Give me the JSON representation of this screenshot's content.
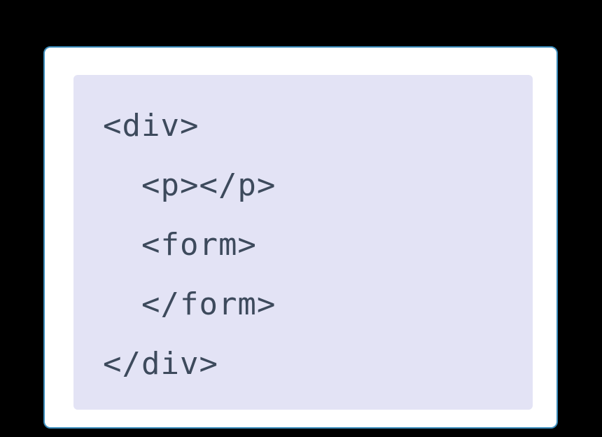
{
  "code_block": {
    "language": "html",
    "lines": [
      "<div>",
      "  <p></p>",
      "  <form>",
      "  </form>",
      "</div>"
    ]
  },
  "colors": {
    "page_bg": "#000000",
    "card_bg": "#ffffff",
    "card_border": "#3c8dbc",
    "code_bg": "#e3e3f5",
    "code_text": "#3d4a5c"
  }
}
